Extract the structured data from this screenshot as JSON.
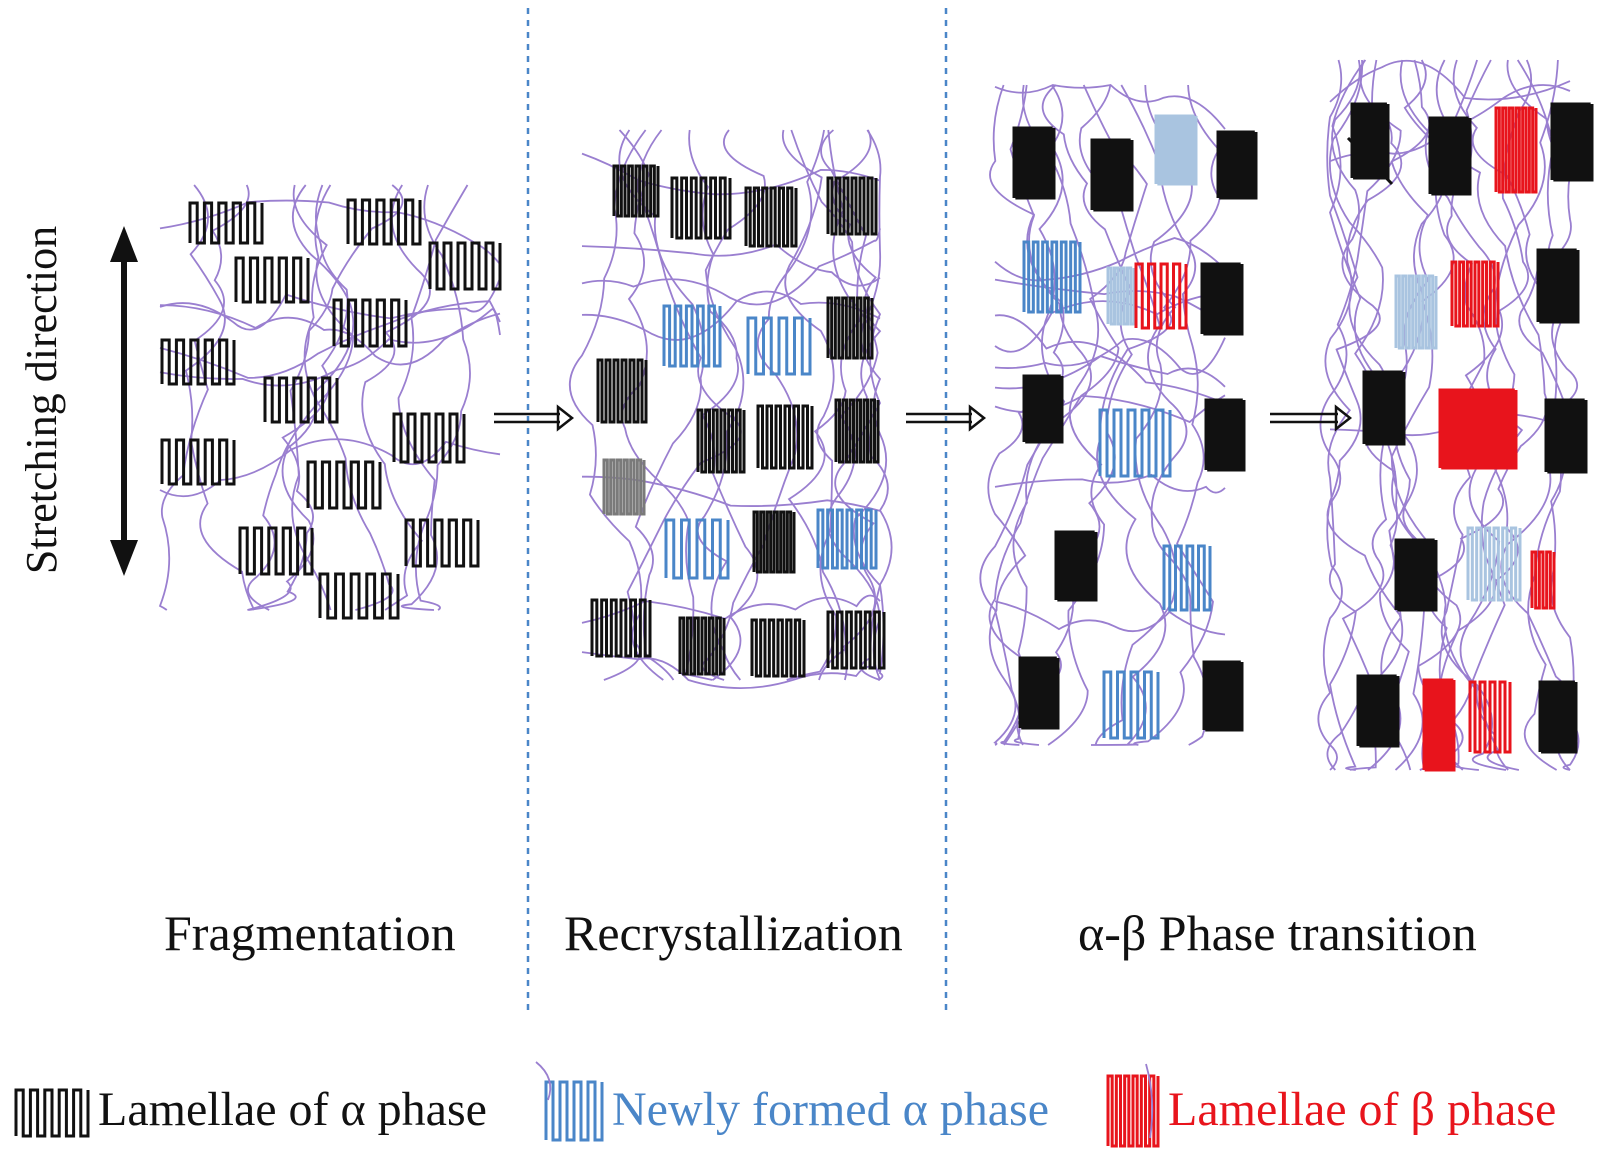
{
  "axis": {
    "label": "Stretching direction"
  },
  "stages": [
    {
      "name": "Fragmentation"
    },
    {
      "name": "Recrystallization"
    },
    {
      "name": "α-β Phase transition"
    }
  ],
  "legend": {
    "items": [
      {
        "label": "Lamellae of α phase",
        "color": "#111111"
      },
      {
        "label": "Newly formed α phase",
        "color": "#4a86c8"
      },
      {
        "label": "Lamellae of β phase",
        "color": "#e8141c"
      }
    ]
  },
  "colors": {
    "alpha": "#111111",
    "alpha_gray": "#7a7a7a",
    "new_alpha": "#4a86c8",
    "new_alpha_light": "#a9c4e0",
    "beta": "#e8141c",
    "beta_light": "#f29a9c",
    "tie_chain": "#9a7fd0",
    "separator": "#4a86c8",
    "arrow": "#111111"
  }
}
